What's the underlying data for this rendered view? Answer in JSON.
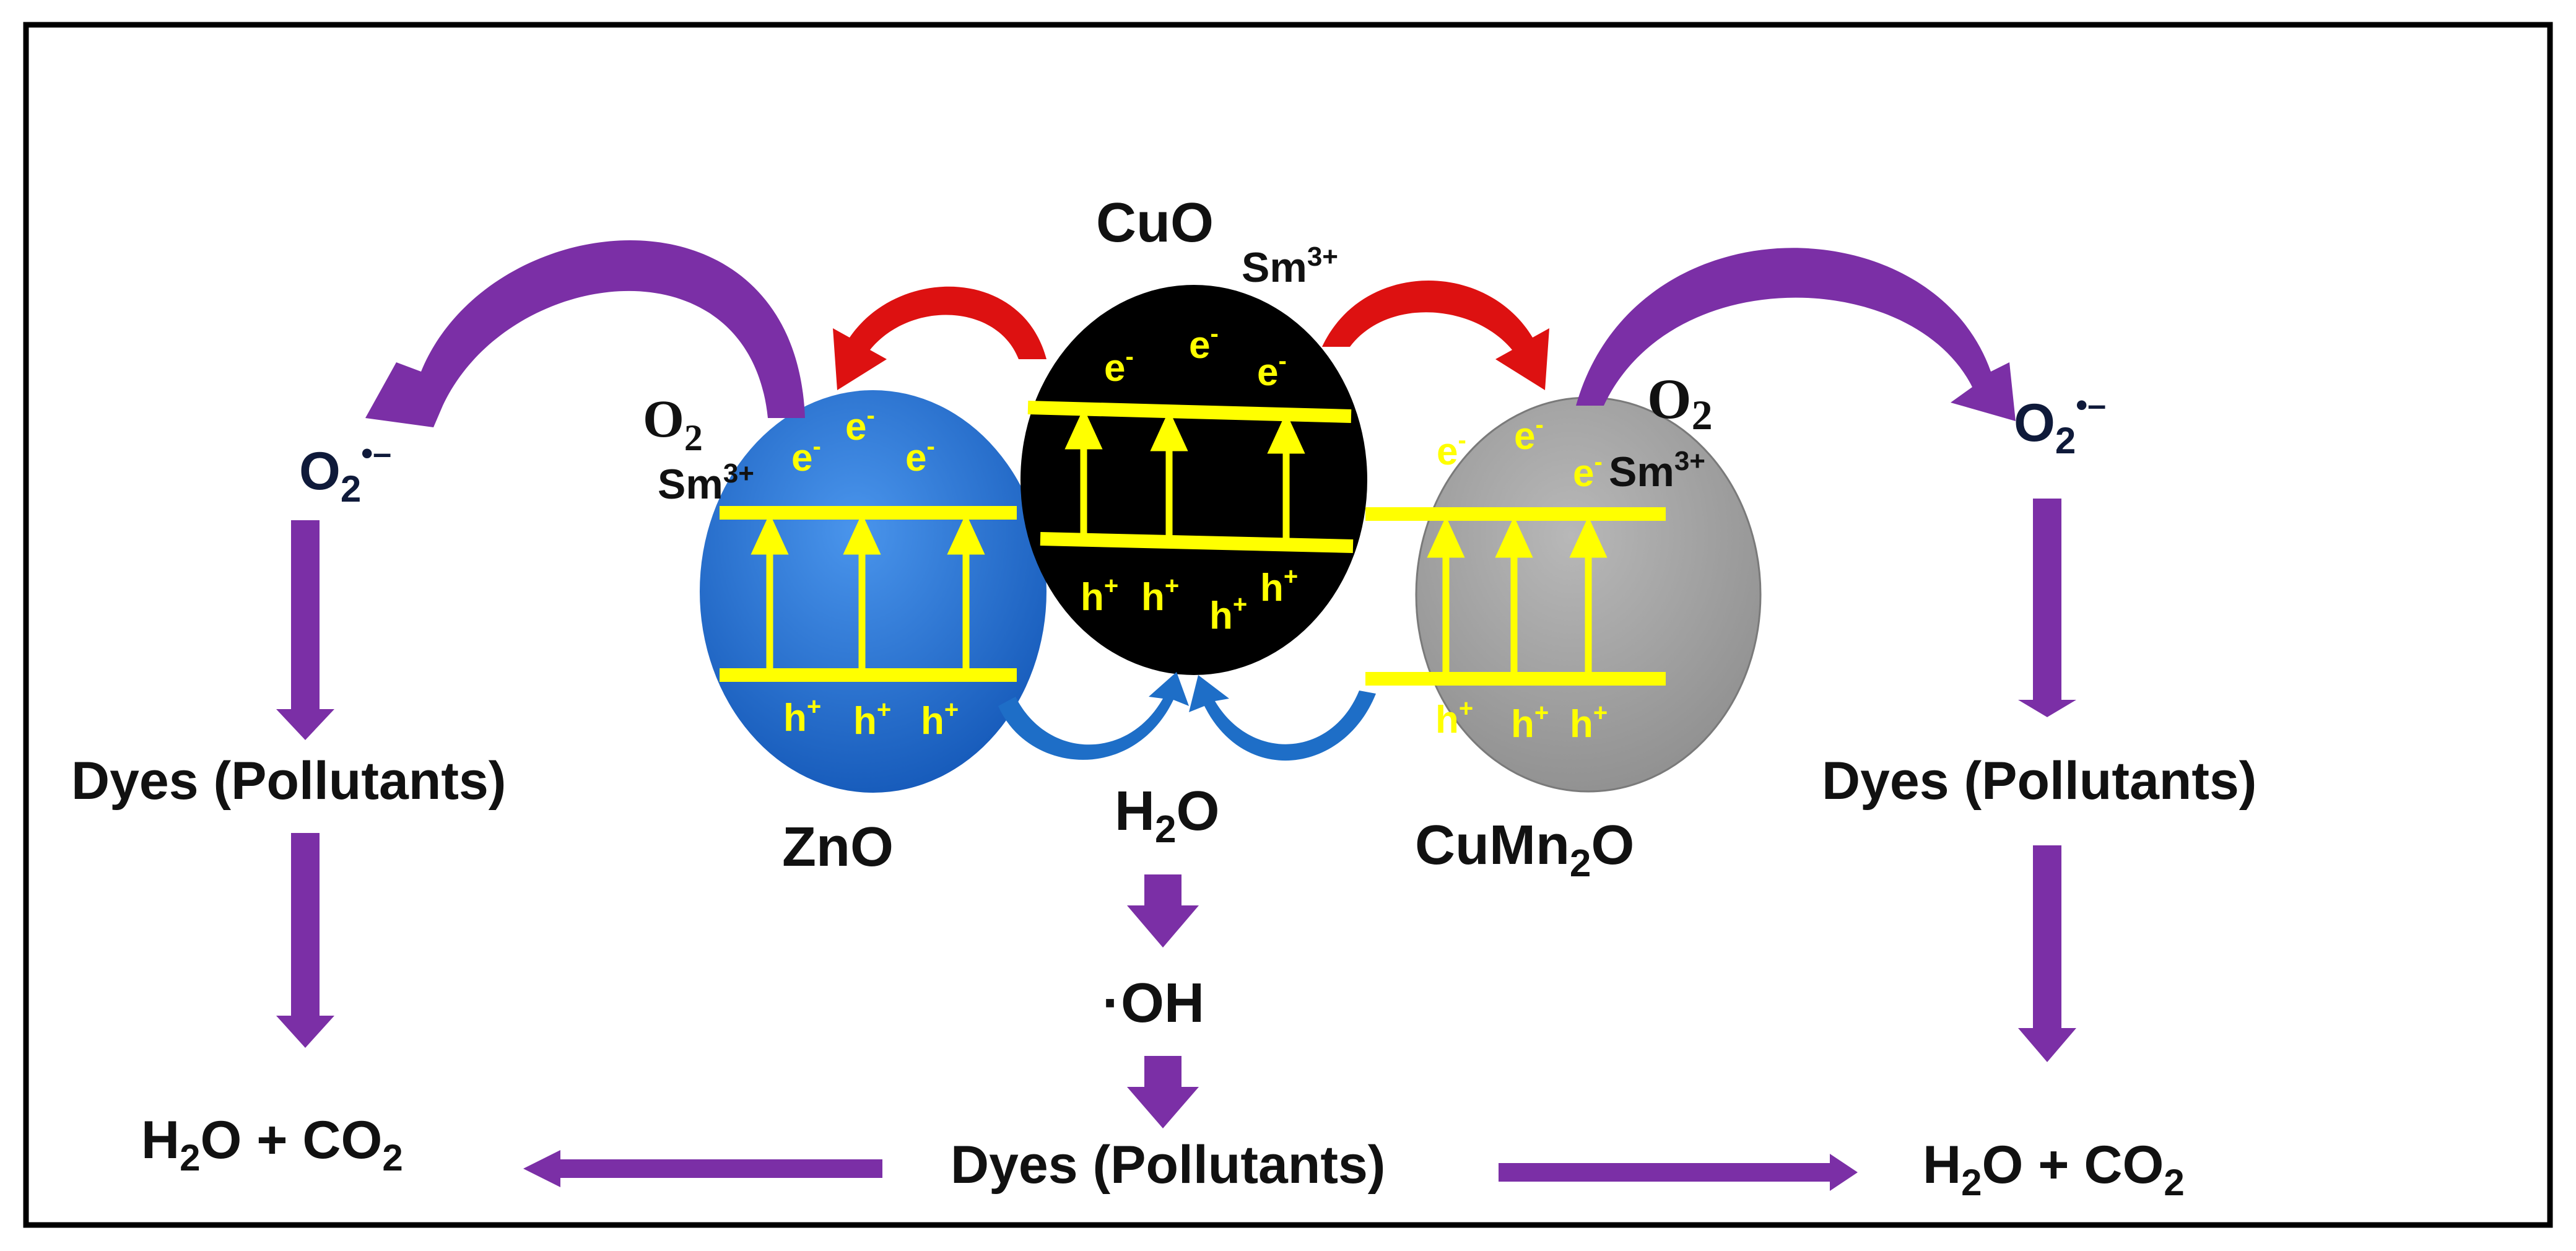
{
  "colors": {
    "purple": "#7b2fa6",
    "red": "#dd1111",
    "blue": "#1e6ec7",
    "yellow": "#ffff00",
    "zno": "#2f7fe0",
    "cuo": "#000000",
    "cumn2o": "#a6a6a6",
    "text": "#111111"
  },
  "particles": {
    "zno": {
      "name": "ZnO",
      "electron": "e",
      "electron_sup": "-",
      "hole": "h",
      "hole_sup": "+"
    },
    "cuo": {
      "name": "CuO",
      "electron": "e",
      "electron_sup": "-",
      "hole": "h",
      "hole_sup": "+"
    },
    "cumn2o": {
      "name_part1": "CuMn",
      "name_sub": "2",
      "name_part2": "O",
      "electron": "e",
      "electron_sup": "-",
      "hole": "h",
      "hole_sup": "+"
    }
  },
  "labels": {
    "o2": "O",
    "o2_sub": "2",
    "sm": "Sm",
    "sm_sup": "3+",
    "superoxide": "O",
    "superoxide_sub": "2",
    "superoxide_sup": "•–",
    "dyes": "Dyes (Pollutants)",
    "h2o_h": "H",
    "h2o_sub": "2",
    "h2o_o": "O",
    "product_h": "H",
    "product_sub": "2",
    "product_mid": "O + CO",
    "product_sub2": "2",
    "hydroxyl": "·OH"
  }
}
